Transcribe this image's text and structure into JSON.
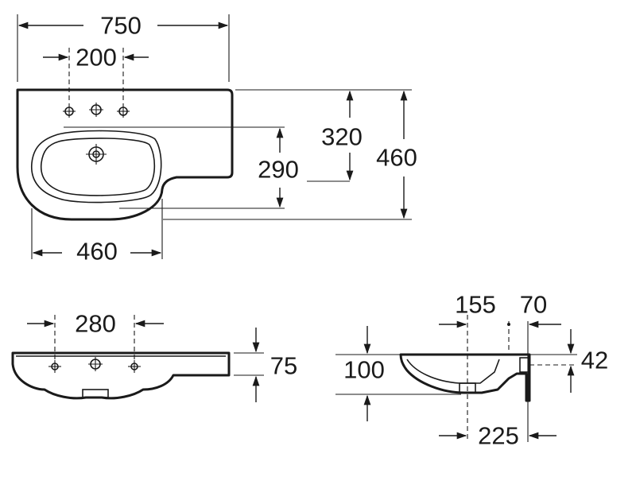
{
  "plan_view": {
    "overall_width": "750",
    "tap_hole_spacing": "200",
    "bowl_depth": "320",
    "overall_depth": "460",
    "bowl_length": "290",
    "bowl_width": "460"
  },
  "front_view": {
    "hole_spacing": "280",
    "height": "75"
  },
  "side_view": {
    "dim_155": "155",
    "dim_70": "70",
    "dim_42": "42",
    "dim_100": "100",
    "dim_225": "225"
  }
}
